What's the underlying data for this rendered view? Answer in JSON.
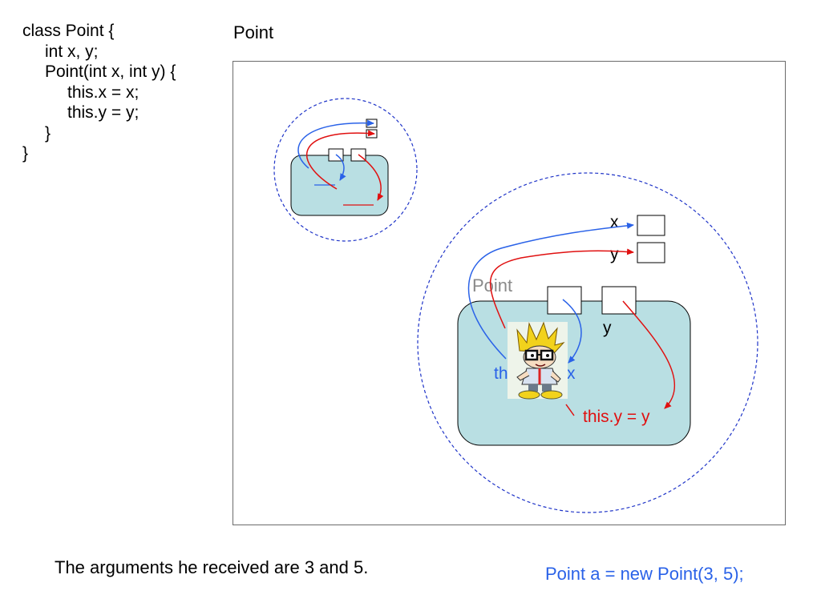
{
  "code": {
    "line1": "class Point {",
    "line2": "int x, y;",
    "line3": "Point(int x, int y) {",
    "line4": "this.x = x;",
    "line5": "this.y = y;",
    "line6": "}",
    "line7": "}"
  },
  "frame_title": "Point",
  "large_object": {
    "field_x_label": "x",
    "field_y_label": "y",
    "class_label": "Point",
    "param_y_label": "y",
    "assign_x_fragment_left": "th",
    "assign_x_fragment_right": "x",
    "assign_y": "this.y = y"
  },
  "caption": "The arguments he received are 3 and 5.",
  "statement": "Point a = new Point(3, 5);",
  "colors": {
    "x_flow": "#2a62e8",
    "y_flow": "#e01010",
    "object_fill": "#b9dfe3",
    "dashed_circle": "#1f34c8",
    "class_label_gray": "#8a8a8a"
  }
}
